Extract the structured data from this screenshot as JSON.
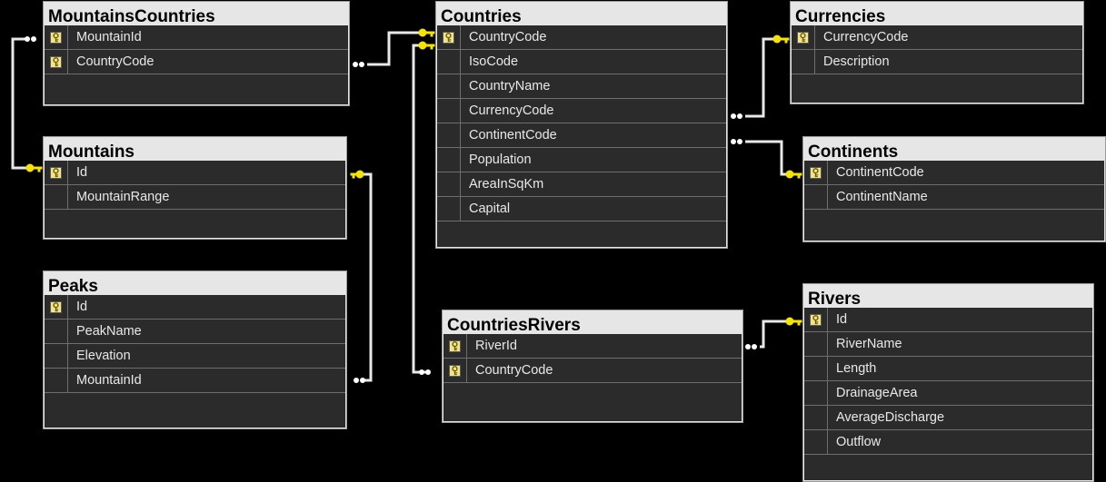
{
  "tables": {
    "mountains_countries": {
      "title": "MountainsCountries",
      "columns": [
        {
          "name": "MountainId",
          "pk": true
        },
        {
          "name": "CountryCode",
          "pk": true
        }
      ]
    },
    "countries": {
      "title": "Countries",
      "columns": [
        {
          "name": "CountryCode",
          "pk": true
        },
        {
          "name": "IsoCode",
          "pk": false
        },
        {
          "name": "CountryName",
          "pk": false
        },
        {
          "name": "CurrencyCode",
          "pk": false
        },
        {
          "name": "ContinentCode",
          "pk": false
        },
        {
          "name": "Population",
          "pk": false
        },
        {
          "name": "AreaInSqKm",
          "pk": false
        },
        {
          "name": "Capital",
          "pk": false
        }
      ]
    },
    "currencies": {
      "title": "Currencies",
      "columns": [
        {
          "name": "CurrencyCode",
          "pk": true
        },
        {
          "name": "Description",
          "pk": false
        }
      ]
    },
    "mountains": {
      "title": "Mountains",
      "columns": [
        {
          "name": "Id",
          "pk": true
        },
        {
          "name": "MountainRange",
          "pk": false
        }
      ]
    },
    "continents": {
      "title": "Continents",
      "columns": [
        {
          "name": "ContinentCode",
          "pk": true
        },
        {
          "name": "ContinentName",
          "pk": false
        }
      ]
    },
    "peaks": {
      "title": "Peaks",
      "columns": [
        {
          "name": "Id",
          "pk": true
        },
        {
          "name": "PeakName",
          "pk": false
        },
        {
          "name": "Elevation",
          "pk": false
        },
        {
          "name": "MountainId",
          "pk": false
        }
      ]
    },
    "countries_rivers": {
      "title": "CountriesRivers",
      "columns": [
        {
          "name": "RiverId",
          "pk": true
        },
        {
          "name": "CountryCode",
          "pk": true
        }
      ]
    },
    "rivers": {
      "title": "Rivers",
      "columns": [
        {
          "name": "Id",
          "pk": true
        },
        {
          "name": "RiverName",
          "pk": false
        },
        {
          "name": "Length",
          "pk": false
        },
        {
          "name": "DrainageArea",
          "pk": false
        },
        {
          "name": "AverageDischarge",
          "pk": false
        },
        {
          "name": "Outflow",
          "pk": false
        }
      ]
    }
  },
  "colors": {
    "background": "#000000",
    "title_bar": "#e6e6e6",
    "grid": "#2b2b2b",
    "connector_line": "#e8e8e8",
    "key_end": "#f5e400",
    "key_icon": "#f2e48c"
  },
  "icons": {
    "primary_key": "key-icon",
    "relationship_key_end": "key-end-icon",
    "relationship_many_end": "infinity-end-icon"
  }
}
